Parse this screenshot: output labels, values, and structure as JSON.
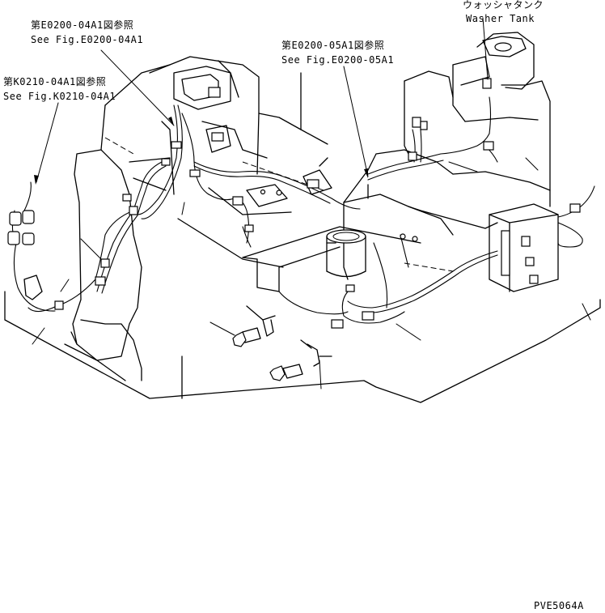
{
  "labels": {
    "ref_e0200_04a1_jp": "第E0200-04A1図参照",
    "ref_e0200_04a1_en": "See Fig.E0200-04A1",
    "ref_k0210_04a1_jp": "第K0210-04A1図参照",
    "ref_k0210_04a1_en": "See Fig.K0210-04A1",
    "ref_e0200_05a1_jp": "第E0200-05A1図参照",
    "ref_e0200_05a1_en": "See Fig.E0200-05A1",
    "washer_tank_jp": "ウォッシャタンク",
    "washer_tank_en": "Washer Tank",
    "drawing_code": "PVE5064A"
  },
  "colors": {
    "line": "#000000",
    "background": "#ffffff"
  }
}
